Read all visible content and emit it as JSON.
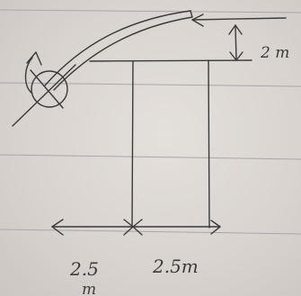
{
  "sketch": {
    "height_label": "2 m",
    "bottom_left_label_top": "2.5",
    "bottom_left_label_unit": "m",
    "bottom_right_label": "2.5m"
  },
  "colors": {
    "paper": "#d9d4cf",
    "ink": "#3a3a3a",
    "rule_line": "#a9a7ad"
  }
}
